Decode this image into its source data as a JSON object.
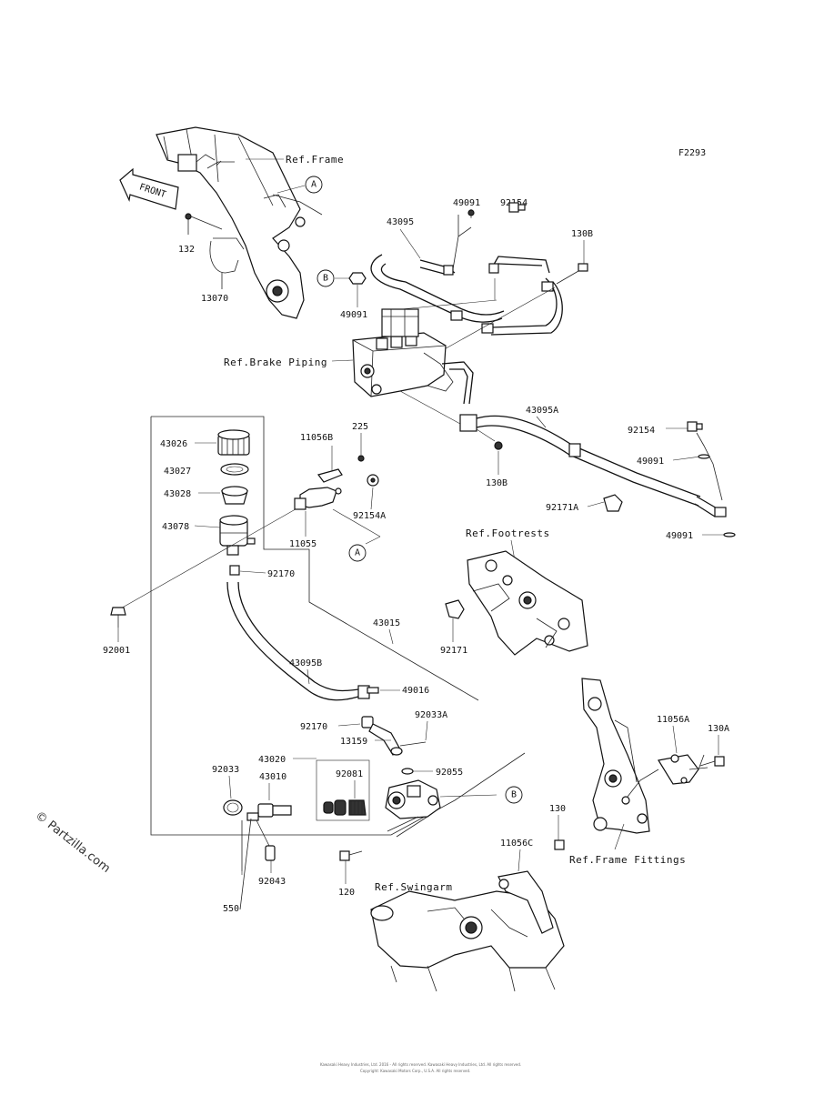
{
  "diagram_code": "F2293",
  "watermark": "© Partzilla.com",
  "front_arrow": "FRONT",
  "refs": {
    "frame": "Ref.Frame",
    "brake_piping": "Ref.Brake Piping",
    "footrests": "Ref.Footrests",
    "swingarm": "Ref.Swingarm",
    "frame_fittings": "Ref.Frame Fittings"
  },
  "callouts": {
    "a": "A",
    "b": "B"
  },
  "parts": {
    "p132": "132",
    "p13070": "13070",
    "p43095": "43095",
    "p49091_top": "49091",
    "p92154_top": "92154",
    "p130B_top": "130B",
    "p49091_left": "49091",
    "p43095A": "43095A",
    "p92154_right": "92154",
    "p49091_right1": "49091",
    "p130B_mid": "130B",
    "p92171A": "92171A",
    "p49091_right2": "49091",
    "p43026": "43026",
    "p43027": "43027",
    "p43028": "43028",
    "p43078": "43078",
    "p11056B": "11056B",
    "p225": "225",
    "p92154A": "92154A",
    "p11055": "11055",
    "p92170_top": "92170",
    "p43015": "43015",
    "p92001": "92001",
    "p92171": "92171",
    "p43095B": "43095B",
    "p49016": "49016",
    "p92033A": "92033A",
    "p92170_mid": "92170",
    "p13159": "13159",
    "p92055": "92055",
    "p43020": "43020",
    "p92033": "92033",
    "p43010": "43010",
    "p92081": "92081",
    "p11056A": "11056A",
    "p130A": "130A",
    "p130": "130",
    "p11056C": "11056C",
    "p120": "120",
    "p92043": "92043",
    "p550": "550"
  },
  "footer": {
    "line1": "Kawasaki Heavy Industries, Ltd. 2016 - All rights reserved. Kawasaki Heavy Industries, Ltd. All rights reserved.",
    "line2": "Copyright: Kawasaki Motors Corp., U.S.A. All rights reserved."
  }
}
